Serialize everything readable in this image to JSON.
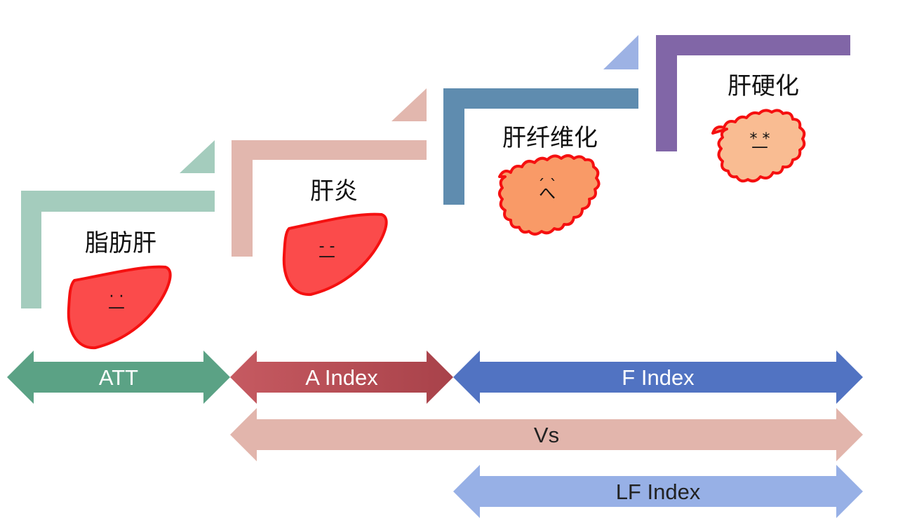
{
  "stages": [
    {
      "label": "脂肪肝",
      "color": "#a4ccbd",
      "corner_color": "#a4ccbd",
      "liver_fill": "#fb4b4b",
      "face": {
        "eyes": "·  ·",
        "mouth": "—"
      }
    },
    {
      "label": "肝炎",
      "color": "#e2b7ae",
      "corner_color": "#e2b7ae",
      "liver_fill": "#fb4b4b",
      "face": {
        "eyes": "-  -",
        "mouth": "—"
      }
    },
    {
      "label": "肝纤维化",
      "color": "#5f8caf",
      "corner_color": "#9db2e4",
      "liver_fill": "#f99a67",
      "face": {
        "eyes": "ˊ  ˋ",
        "mouth": "へ"
      }
    },
    {
      "label": "肝硬化",
      "color": "#8166a7",
      "corner_color": "#5b63a6",
      "liver_fill": "#f9bc92",
      "face": {
        "eyes": "*  *",
        "mouth": "—"
      }
    }
  ],
  "arrows": [
    {
      "label": "ATT",
      "color": "#5ba285",
      "text_color": "#ffffff"
    },
    {
      "label": "A Index",
      "color": "#b94b52",
      "text_color": "#ffffff"
    },
    {
      "label": "F Index",
      "color": "#5173c2",
      "text_color": "#ffffff"
    },
    {
      "label": "Vs",
      "color": "#e2b5ac",
      "text_color": "#222222"
    },
    {
      "label": "LF Index",
      "color": "#97b0e6",
      "text_color": "#222222"
    }
  ],
  "liver_outline_color": "#f51010"
}
